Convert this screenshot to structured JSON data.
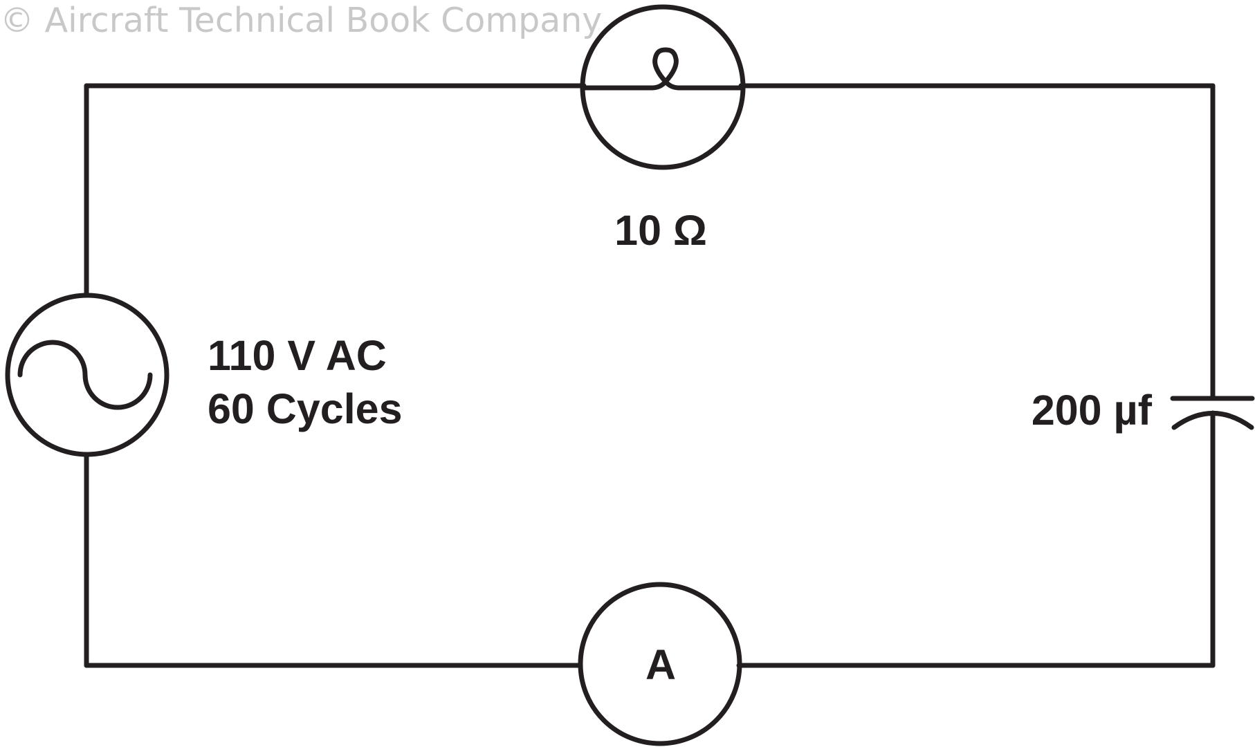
{
  "watermark": "© Aircraft Technical Book Company",
  "resistor": {
    "label": "10 Ω"
  },
  "source": {
    "line1": "110 V AC",
    "line2": "60 Cycles"
  },
  "capacitor": {
    "label": "200 µf"
  },
  "ammeter": {
    "symbol": "A"
  },
  "colors": {
    "line": "#231f20",
    "watermark": "#c8c8c8",
    "background": "#ffffff"
  }
}
